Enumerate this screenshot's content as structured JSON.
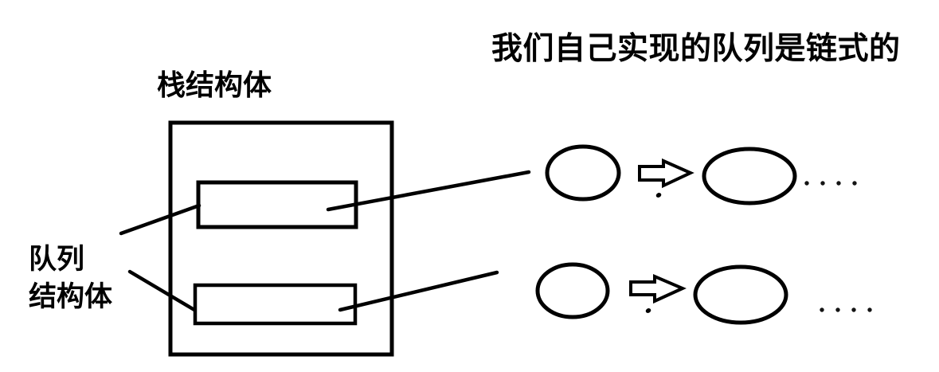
{
  "title": "我们自己实现的队列是链式的",
  "labels": {
    "stack_struct": "栈结构体",
    "queue_struct_line1": "队列",
    "queue_struct_line2": "结构体"
  },
  "colors": {
    "ink": "#000000",
    "background": "#ffffff"
  },
  "diagram": {
    "outer_box": "struct-body",
    "fields": [
      "queue-field-top",
      "queue-field-bottom"
    ],
    "chains": [
      {
        "name": "top-chain",
        "nodes": 2,
        "trailing_dots": 4
      },
      {
        "name": "bottom-chain",
        "nodes": 2,
        "trailing_dots": 4
      }
    ]
  }
}
